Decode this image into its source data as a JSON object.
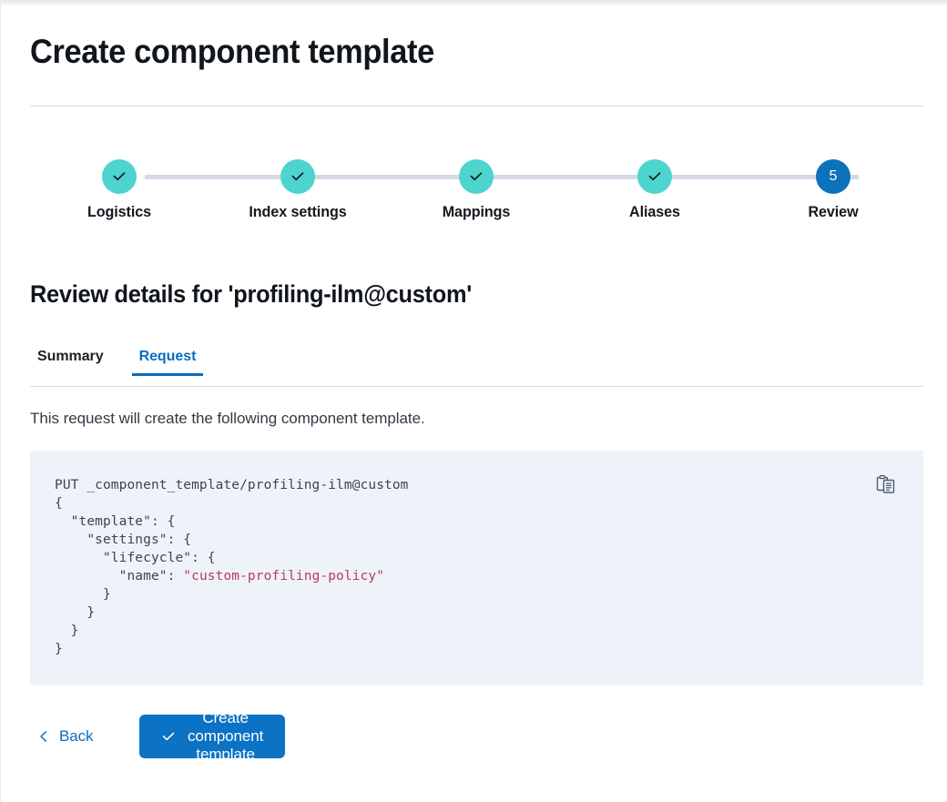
{
  "page": {
    "title": "Create component template"
  },
  "stepper": {
    "steps": [
      {
        "label": "Logistics",
        "state": "done",
        "indicator": "check"
      },
      {
        "label": "Index settings",
        "state": "done",
        "indicator": "check"
      },
      {
        "label": "Mappings",
        "state": "done",
        "indicator": "check"
      },
      {
        "label": "Aliases",
        "state": "done",
        "indicator": "check"
      },
      {
        "label": "Review",
        "state": "current",
        "indicator": "5"
      }
    ],
    "done_color": "#4dd4ce",
    "current_color": "#0b72bb",
    "connector_color": "#d3dae6"
  },
  "review": {
    "heading": "Review details for 'profiling-ilm@custom'",
    "template_name": "profiling-ilm@custom"
  },
  "tabs": [
    {
      "label": "Summary",
      "active": false
    },
    {
      "label": "Request",
      "active": true
    }
  ],
  "request": {
    "description": "This request will create the following component template.",
    "method_line": "PUT _component_template/profiling-ilm@custom",
    "code_lines": [
      "PUT _component_template/profiling-ilm@custom",
      "{",
      "  \"template\": {",
      "    \"settings\": {",
      "      \"lifecycle\": {",
      "        \"name\": \"custom-profiling-policy\"",
      "      }",
      "    }",
      "  }",
      "}"
    ],
    "policy_value": "custom-profiling-policy",
    "copy_icon": "clipboard-copy-icon",
    "code_background": "#eef2f9",
    "string_color": "#b93a5c"
  },
  "footer": {
    "back_label": "Back",
    "back_icon": "chevron-left-icon",
    "submit_label": "Create component template",
    "submit_icon": "check-icon",
    "submit_color": "#0b72c4",
    "link_color": "#0b6dc1"
  }
}
